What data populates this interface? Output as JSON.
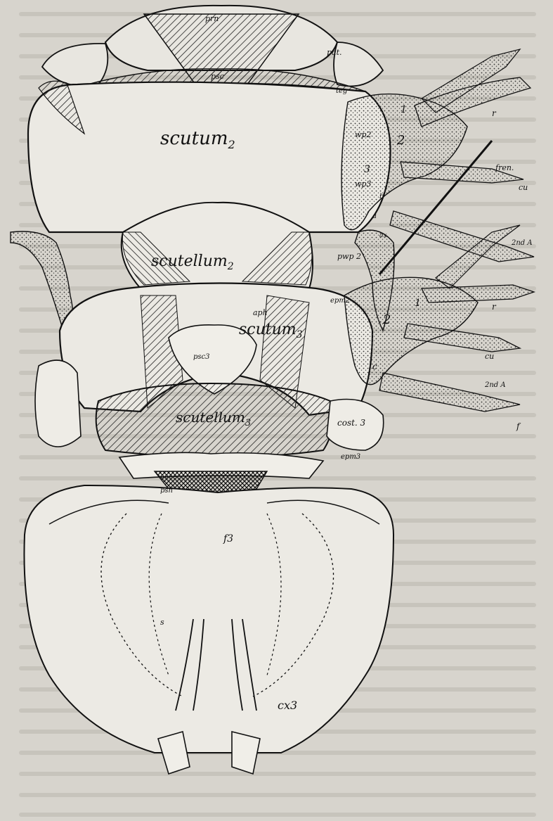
{
  "figure": {
    "labels": {
      "prn": "prn",
      "psc": "psc",
      "pat": "pat.",
      "scutum2": "scutum",
      "scutum2_sub": "2",
      "scutellum2": "scutellum",
      "scutellum2_sub": "2",
      "scutum3": "scutum",
      "scutum3_sub": "3",
      "scutellum3": "scutellum",
      "scutellum3_sub": "3",
      "aph": "aph",
      "psc3": "psc3",
      "psn": "psn",
      "f3": "f3",
      "cx3": "cx3",
      "cost3": "cost. 3",
      "pwp2": "pwp 2",
      "epm2": "epm2",
      "epm3": "epm3",
      "wp3": "wp3",
      "wp2": "wp2",
      "teg": "teg",
      "fren": "fren.",
      "r_upper": "r",
      "cu_upper": "cu",
      "twoA_upper": "2nd A",
      "r_lower": "r",
      "cu_lower": "cu",
      "twoA_lower": "2nd A",
      "one_upper": "1",
      "two_upper": "2",
      "three_upper": "3",
      "one_lower": "1",
      "two_lower": "2",
      "a": "a",
      "b": "b",
      "c": "c",
      "f_mark": "f",
      "ax": "ax",
      "s": "s"
    }
  }
}
